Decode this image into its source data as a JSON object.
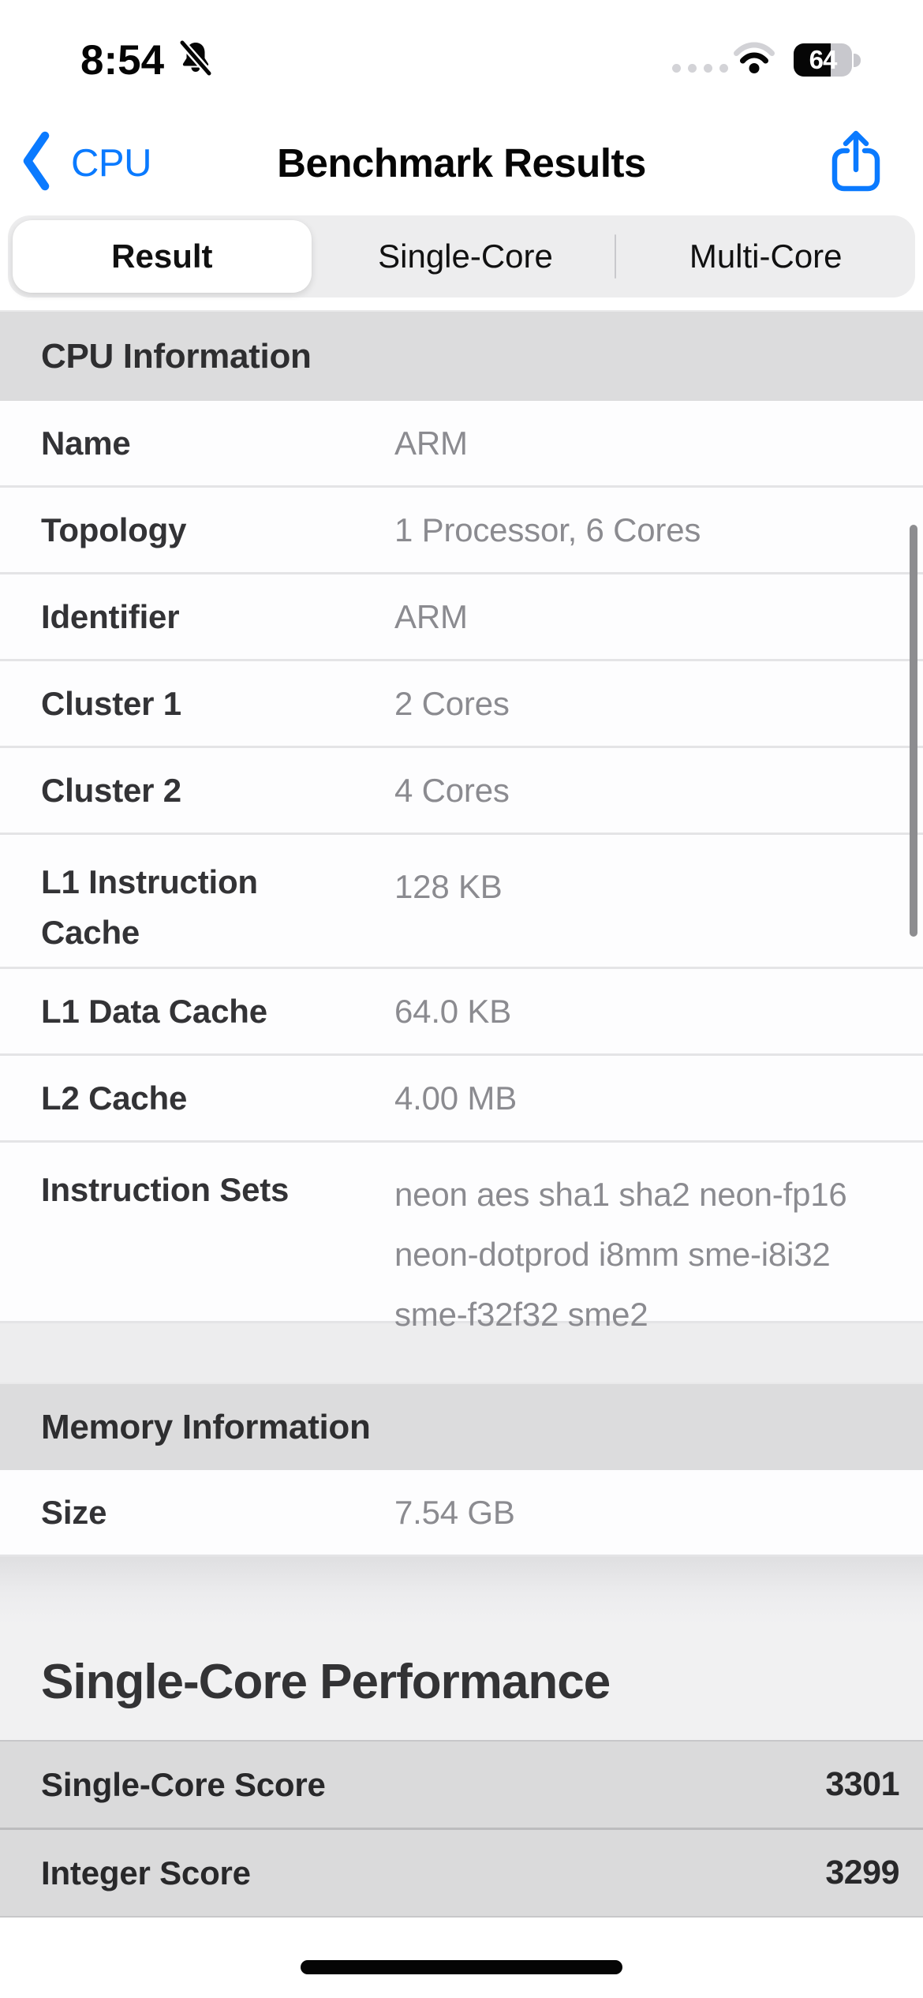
{
  "status_bar": {
    "time": "8:54",
    "battery_percent": "64"
  },
  "nav": {
    "back_label": "CPU",
    "title": "Benchmark Results"
  },
  "segmented": {
    "selected_index": 0,
    "tabs": [
      {
        "label": "Result"
      },
      {
        "label": "Single-Core"
      },
      {
        "label": "Multi-Core"
      }
    ]
  },
  "cpu_info": {
    "header": "CPU Information",
    "rows": [
      {
        "label": "Name",
        "value": "ARM"
      },
      {
        "label": "Topology",
        "value": "1 Processor, 6 Cores"
      },
      {
        "label": "Identifier",
        "value": "ARM"
      },
      {
        "label": "Cluster 1",
        "value": "2 Cores"
      },
      {
        "label": "Cluster 2",
        "value": "4 Cores"
      },
      {
        "label": "L1 Instruction Cache",
        "value": "128 KB"
      },
      {
        "label": "L1 Data Cache",
        "value": "64.0 KB"
      },
      {
        "label": "L2 Cache",
        "value": "4.00 MB"
      },
      {
        "label": "Instruction Sets",
        "value": "neon aes sha1 sha2 neon-fp16 neon-dotprod i8mm sme-i8i32 sme-f32f32 sme2"
      }
    ]
  },
  "memory_info": {
    "header": "Memory Information",
    "rows": [
      {
        "label": "Size",
        "value": "7.54 GB"
      }
    ]
  },
  "performance": {
    "title": "Single-Core Performance",
    "rows": [
      {
        "label": "Single-Core Score",
        "value": "3301"
      },
      {
        "label": "Integer Score",
        "value": "3299"
      }
    ]
  },
  "colors": {
    "accent_blue": "#0a7aff",
    "secondary_text": "#8b8b90"
  }
}
